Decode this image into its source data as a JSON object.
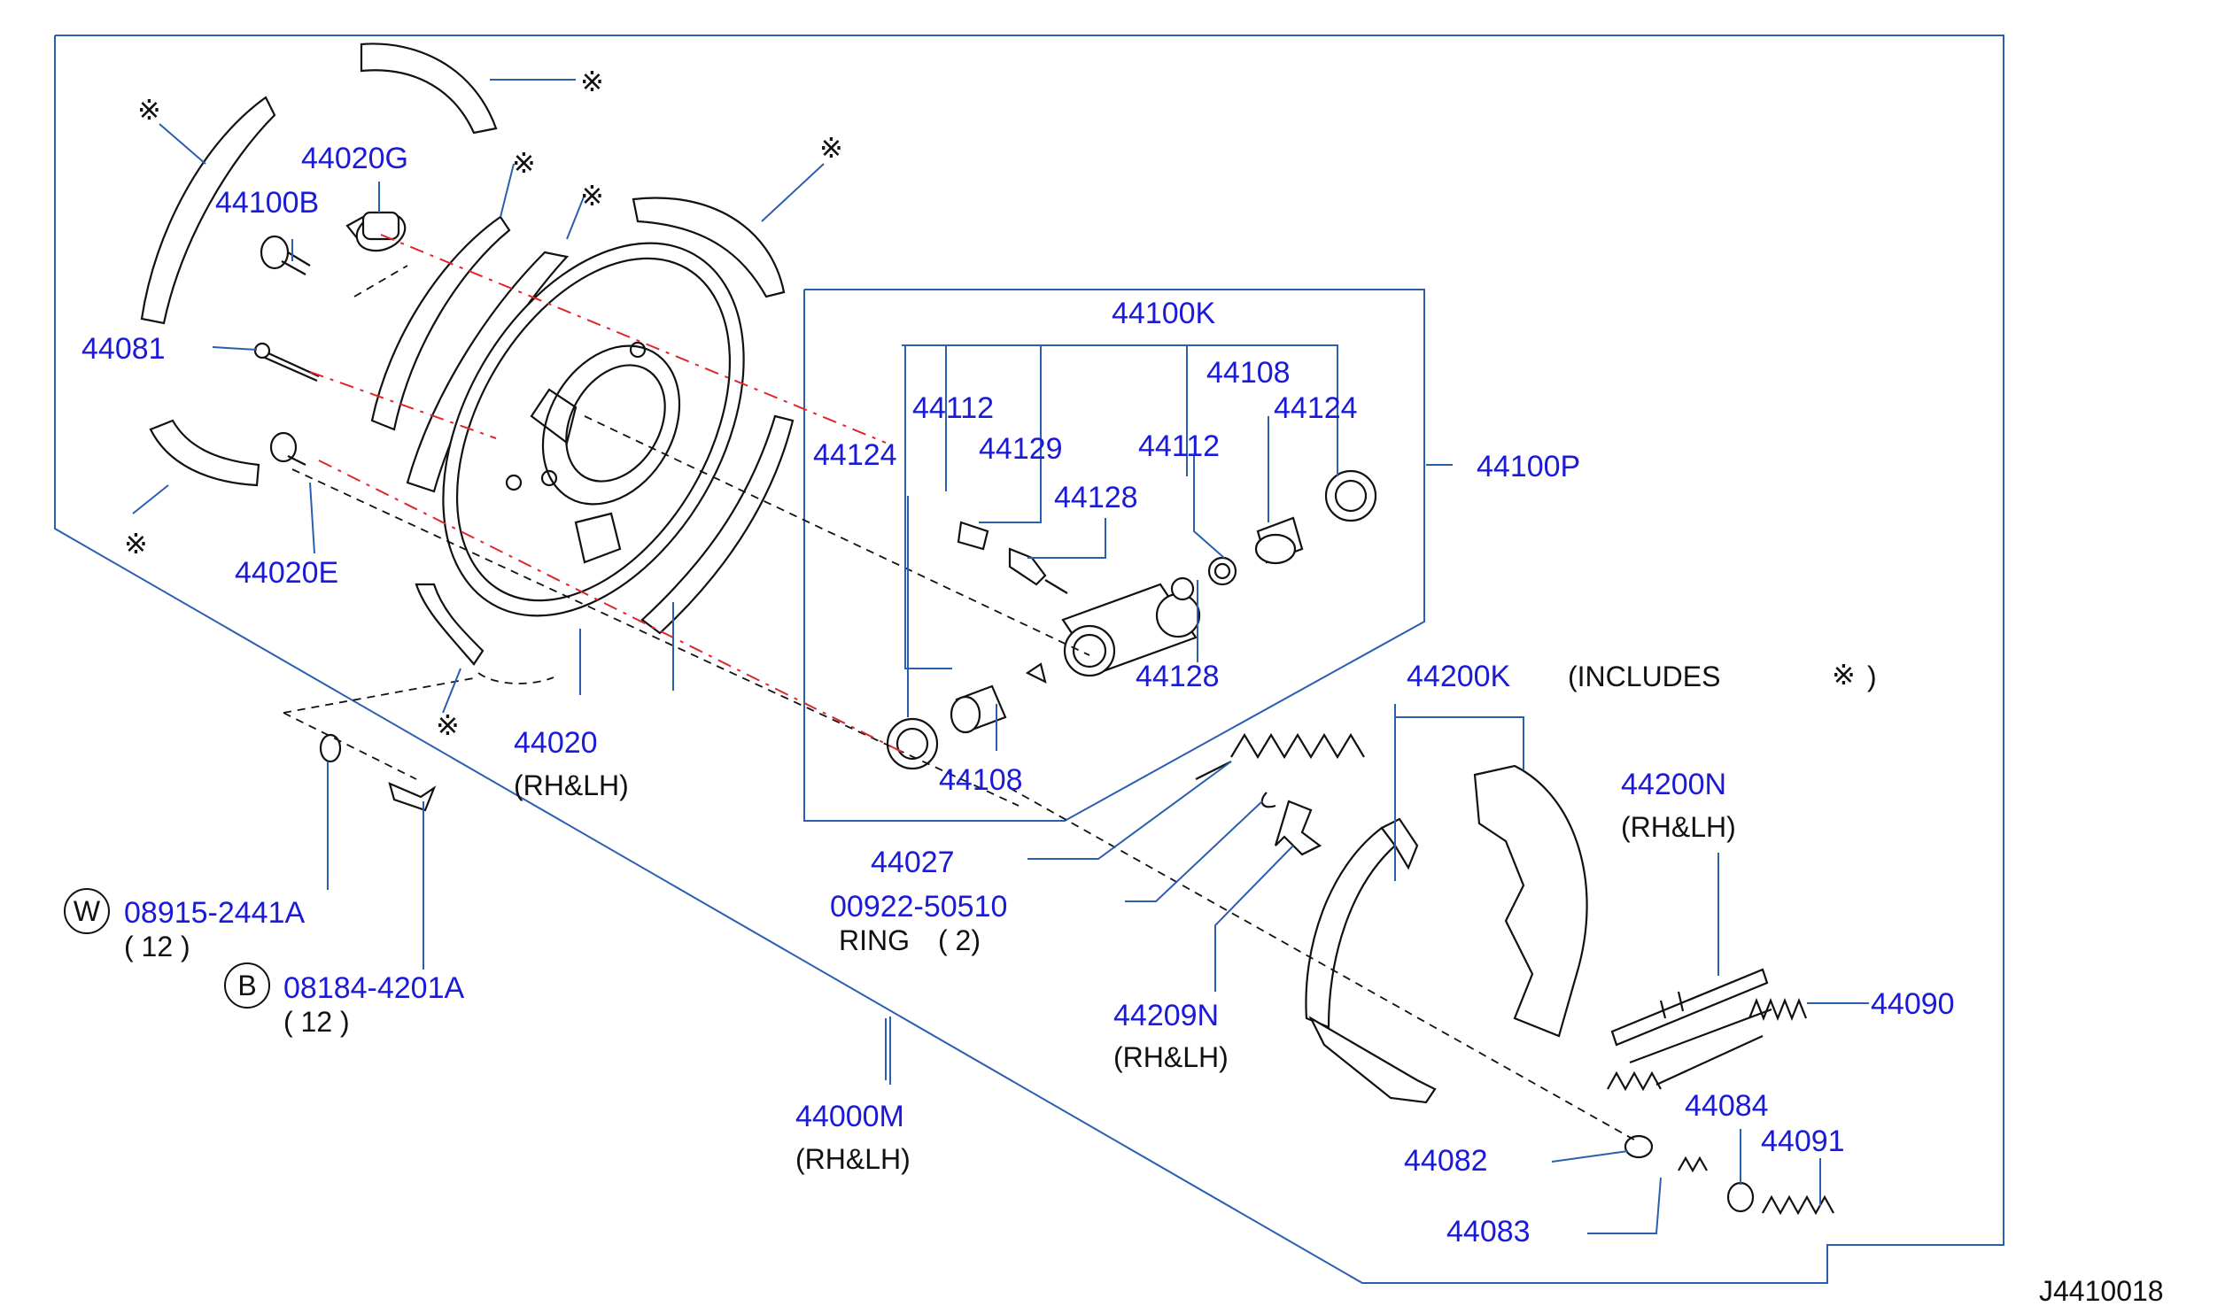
{
  "labels": {
    "p44100K": "44100K",
    "p44100P": "44100P",
    "p44020G": "44020G",
    "p44100B": "44100B",
    "p44081": "44081",
    "p44020E": "44020E",
    "p44020": "44020",
    "p44020_side": "(RH&LH)",
    "p44112a": "44112",
    "p44129": "44129",
    "p44128": "44128",
    "p44124a": "44124",
    "p44112b": "44112",
    "p44108a": "44108",
    "p44124b": "44124",
    "p44108b": "44108",
    "p44128_partial": "44128",
    "p44200K_partial": "44200K",
    "includes": "(INCLUDES",
    "includes_end": ")",
    "p44027": "44027",
    "p00922": "00922-50510",
    "ring": "RING　( 2)",
    "p44209N": "44209N",
    "p44209N_side": "(RH&LH)",
    "p44200N": "44200N",
    "p44200N_side": "(RH&LH)",
    "p44090": "44090",
    "p44084": "44084",
    "p44091": "44091",
    "p44082": "44082",
    "p44083": "44083",
    "p44000M": "44000M",
    "p44000M_side": "(RH&LH)",
    "w_part": "08915-2441A",
    "w_qty": "( 12 )",
    "b_part": "08184-4201A",
    "b_qty": "( 12 )",
    "circle_w": "W",
    "circle_b": "B",
    "ref_mark": "※",
    "diagram_id": "J4410018"
  },
  "colors": {
    "part_number": "#1a1ad8",
    "leader_line": "#2a5fb0",
    "center_line": "#e0262c",
    "text_black": "#111111"
  }
}
